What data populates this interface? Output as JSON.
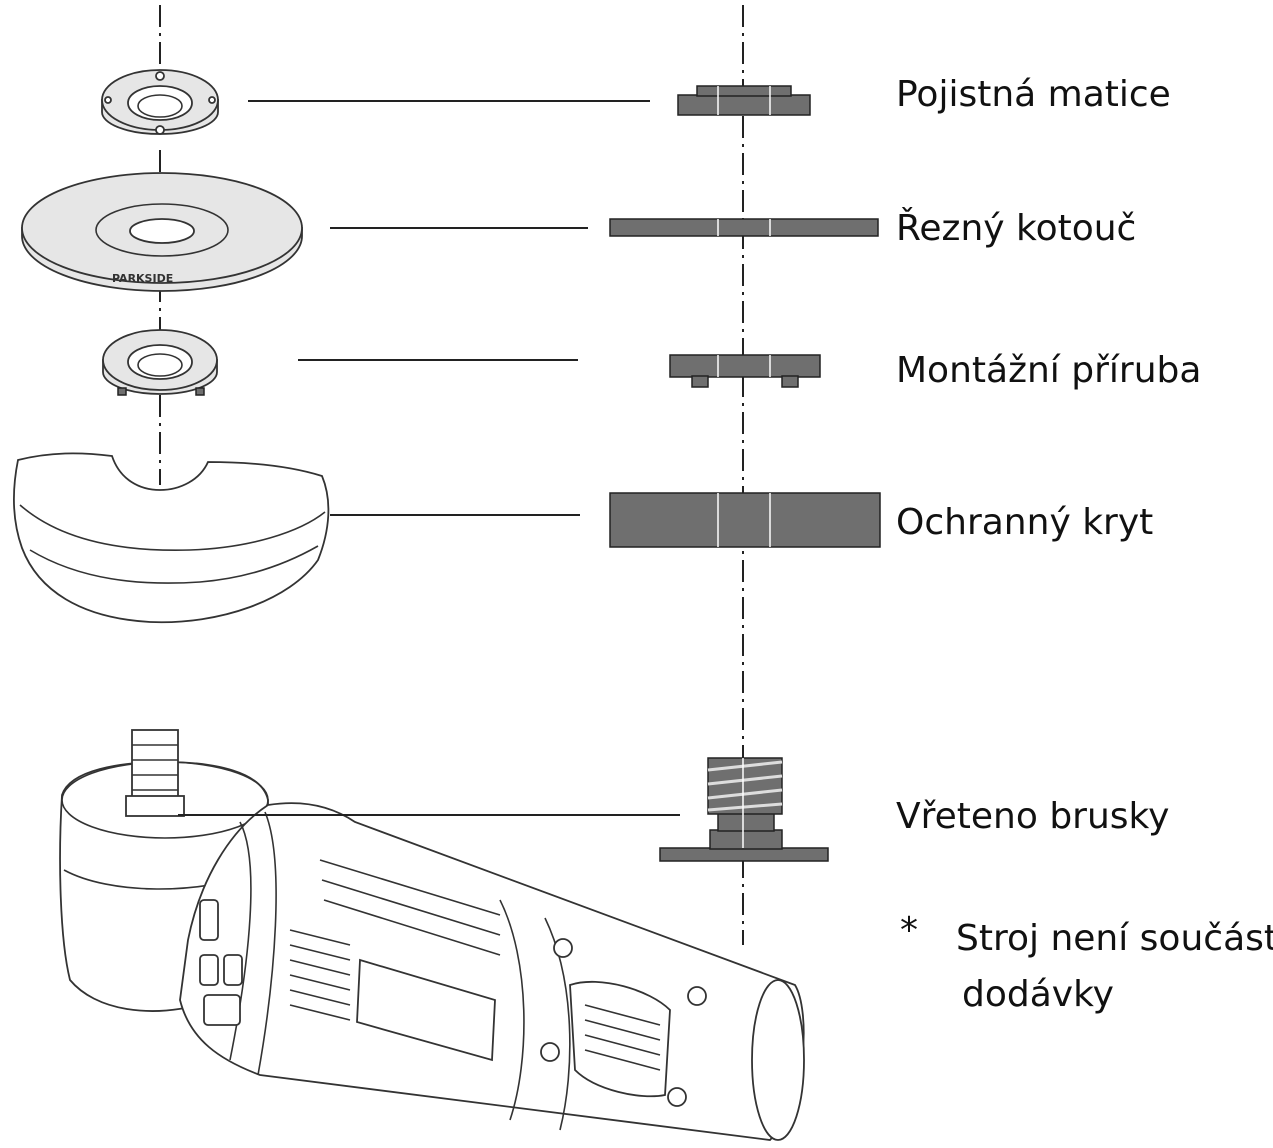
{
  "labels": {
    "locking_nut": "Pojistná matice",
    "cutting_disc": "Řezný kotouč",
    "mounting_flange": "Montážní příruba",
    "guard": "Ochranný kryt",
    "spindle": "Vřeteno brusky"
  },
  "note": {
    "asterisk": "*",
    "line1": "Stroj není součástí",
    "line2": "dodávky"
  },
  "disc_brand": "PARKSIDE"
}
